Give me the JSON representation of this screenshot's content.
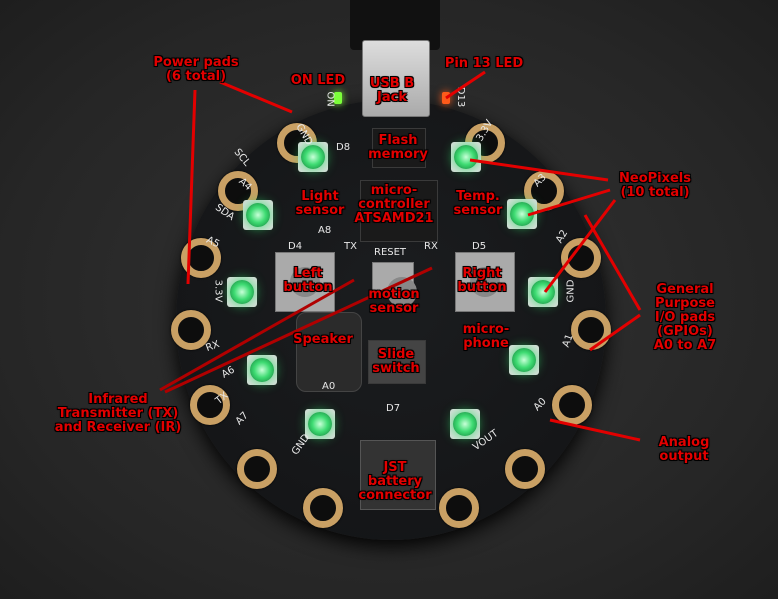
{
  "labels": {
    "power_pads": "Power pads\n(6 total)",
    "on_led": "ON LED",
    "usb_jack": "USB B\nJack",
    "pin13_led": "Pin 13 LED",
    "flash_memory": "Flash\nmemory",
    "microcontroller": "micro-\ncontroller\nATSAMD21",
    "light_sensor": "Light\nsensor",
    "temp_sensor": "Temp.\nsensor",
    "neopixels": "NeoPixels\n(10 total)",
    "left_button": "Left\nbutton",
    "right_button": "Right\nbutton",
    "motion_sensor": "motion\nsensor",
    "microphone": "micro-\nphone",
    "speaker": "Speaker",
    "slide_switch": "Slide\nswitch",
    "gpio_pads": "General\nPurpose\nI/O pads\n(GPIOs)\nA0 to A7",
    "infrared": "Infrared\nTransmitter (TX)\nand Receiver (IR)",
    "analog_output": "Analog\noutput",
    "jst_connector": "JST\nbattery\nconnector"
  },
  "silkscreen": [
    "GND",
    "SCL",
    "A4",
    "SDA",
    "A5",
    "3.3V",
    "RX",
    "A6",
    "TX",
    "A7",
    "GND",
    "D8",
    "A8",
    "D4",
    "TX",
    "RESET",
    "RX",
    "D5",
    "A0",
    "D7",
    "VOUT",
    "A0",
    "A1",
    "GND",
    "A2",
    "A3",
    "3.3V",
    "D13",
    "ON"
  ],
  "colors": {
    "annotation": "#e30000",
    "neopixel": "#3fdc73",
    "pad": "#c9a064",
    "on_led": "#7cff3a",
    "d13_led": "#ff5a1a"
  }
}
